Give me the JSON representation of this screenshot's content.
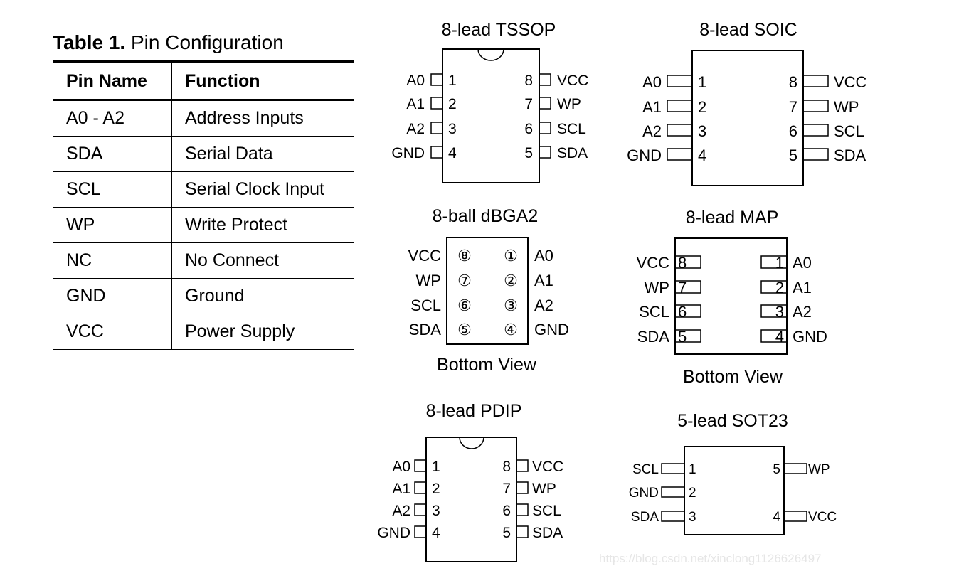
{
  "table": {
    "caption_number": "Table 1.",
    "caption_title": "Pin Configuration",
    "headers": [
      "Pin Name",
      "Function"
    ],
    "rows": [
      [
        "A0 - A2",
        "Address Inputs"
      ],
      [
        "SDA",
        "Serial Data"
      ],
      [
        "SCL",
        "Serial Clock Input"
      ],
      [
        "WP",
        "Write Protect"
      ],
      [
        "NC",
        "No Connect"
      ],
      [
        "GND",
        "Ground"
      ],
      [
        "VCC",
        "Power Supply"
      ]
    ]
  },
  "packages": {
    "tssop": {
      "title": "8-lead TSSOP",
      "left": [
        {
          "name": "A0",
          "num": "1"
        },
        {
          "name": "A1",
          "num": "2"
        },
        {
          "name": "A2",
          "num": "3"
        },
        {
          "name": "GND",
          "num": "4"
        }
      ],
      "right": [
        {
          "name": "VCC",
          "num": "8"
        },
        {
          "name": "WP",
          "num": "7"
        },
        {
          "name": "SCL",
          "num": "6"
        },
        {
          "name": "SDA",
          "num": "5"
        }
      ]
    },
    "soic": {
      "title": "8-lead SOIC",
      "left": [
        {
          "name": "A0",
          "num": "1"
        },
        {
          "name": "A1",
          "num": "2"
        },
        {
          "name": "A2",
          "num": "3"
        },
        {
          "name": "GND",
          "num": "4"
        }
      ],
      "right": [
        {
          "name": "VCC",
          "num": "8"
        },
        {
          "name": "WP",
          "num": "7"
        },
        {
          "name": "SCL",
          "num": "6"
        },
        {
          "name": "SDA",
          "num": "5"
        }
      ]
    },
    "dbga2": {
      "title": "8-ball dBGA2",
      "left": [
        {
          "name": "VCC",
          "num": "⑧"
        },
        {
          "name": "WP",
          "num": "⑦"
        },
        {
          "name": "SCL",
          "num": "⑥"
        },
        {
          "name": "SDA",
          "num": "⑤"
        }
      ],
      "right": [
        {
          "name": "A0",
          "num": "①"
        },
        {
          "name": "A1",
          "num": "②"
        },
        {
          "name": "A2",
          "num": "③"
        },
        {
          "name": "GND",
          "num": "④"
        }
      ],
      "caption": "Bottom View"
    },
    "map": {
      "title": "8-lead MAP",
      "left": [
        {
          "name": "VCC",
          "num": "8"
        },
        {
          "name": "WP",
          "num": "7"
        },
        {
          "name": "SCL",
          "num": "6"
        },
        {
          "name": "SDA",
          "num": "5"
        }
      ],
      "right": [
        {
          "name": "A0",
          "num": "1"
        },
        {
          "name": "A1",
          "num": "2"
        },
        {
          "name": "A2",
          "num": "3"
        },
        {
          "name": "GND",
          "num": "4"
        }
      ],
      "caption": "Bottom View"
    },
    "pdip": {
      "title": "8-lead PDIP",
      "left": [
        {
          "name": "A0",
          "num": "1"
        },
        {
          "name": "A1",
          "num": "2"
        },
        {
          "name": "A2",
          "num": "3"
        },
        {
          "name": "GND",
          "num": "4"
        }
      ],
      "right": [
        {
          "name": "VCC",
          "num": "8"
        },
        {
          "name": "WP",
          "num": "7"
        },
        {
          "name": "SCL",
          "num": "6"
        },
        {
          "name": "SDA",
          "num": "5"
        }
      ]
    },
    "sot23": {
      "title": "5-lead SOT23",
      "left": [
        {
          "name": "SCL",
          "num": "1"
        },
        {
          "name": "GND",
          "num": "2"
        },
        {
          "name": "SDA",
          "num": "3"
        }
      ],
      "right": [
        {
          "name": "WP",
          "num": "5"
        },
        {
          "name": "VCC",
          "num": "4"
        }
      ]
    }
  },
  "watermark": "https://blog.csdn.net/xinclong1126626497"
}
